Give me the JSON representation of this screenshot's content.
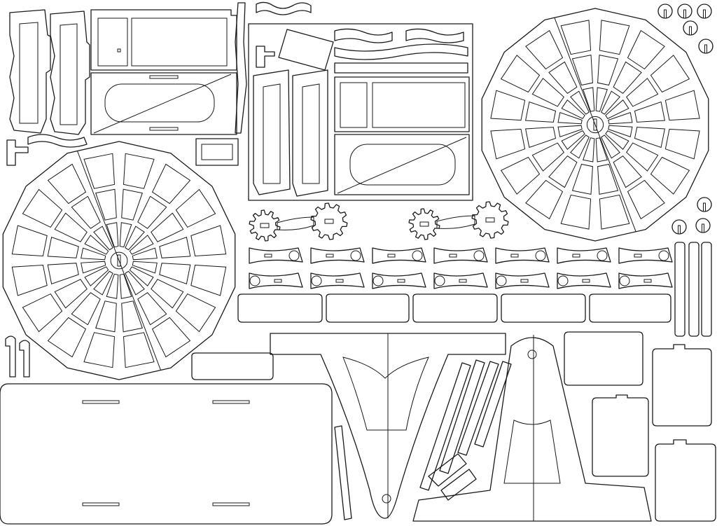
{
  "sheet": {
    "background": "#ffffff",
    "line_color": "#1a1a1a"
  },
  "wheels": [
    {
      "name": "large-wheel-left",
      "rim_vertices": 14,
      "rings": 3,
      "spokes": 16
    },
    {
      "name": "large-wheel-right",
      "rim_vertices": 14,
      "rings": 3,
      "spokes": 16
    }
  ],
  "gear_pairs": 2,
  "gear_teeth": 10,
  "connecting_links": 14
}
